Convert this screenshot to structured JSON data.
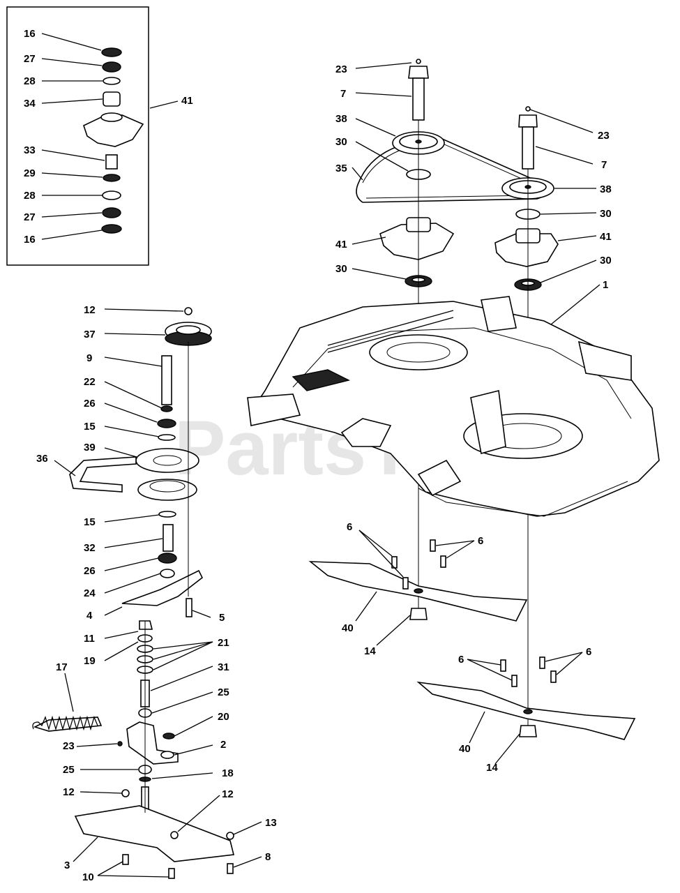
{
  "watermark": "PartsTree",
  "inset": {
    "labels": [
      "16",
      "27",
      "28",
      "34",
      "33",
      "29",
      "28",
      "27",
      "16",
      "41"
    ]
  },
  "labels": {
    "l23a": "23",
    "l7a": "7",
    "l38a": "38",
    "l30a": "30",
    "l35": "35",
    "l41a": "41",
    "l30b": "30",
    "l23b": "23",
    "l7b": "7",
    "l38b": "38",
    "l30c": "30",
    "l41b": "41",
    "l30d": "30",
    "l1": "1",
    "l12a": "12",
    "l37": "37",
    "l9": "9",
    "l22": "22",
    "l26a": "26",
    "l15a": "15",
    "l39": "39",
    "l36": "36",
    "l15b": "15",
    "l32": "32",
    "l26b": "26",
    "l24": "24",
    "l4": "4",
    "l5": "5",
    "l11": "11",
    "l21": "21",
    "l19": "19",
    "l31": "31",
    "l17": "17",
    "l25a": "25",
    "l20": "20",
    "l23c": "23",
    "l2": "2",
    "l25b": "25",
    "l18": "18",
    "l12b": "12",
    "l12c": "12",
    "l13": "13",
    "l3": "3",
    "l8": "8",
    "l10": "10",
    "l6a": "6",
    "l6b": "6",
    "l40a": "40",
    "l14a": "14",
    "l6c": "6",
    "l6d": "6",
    "l40b": "40",
    "l14b": "14"
  }
}
